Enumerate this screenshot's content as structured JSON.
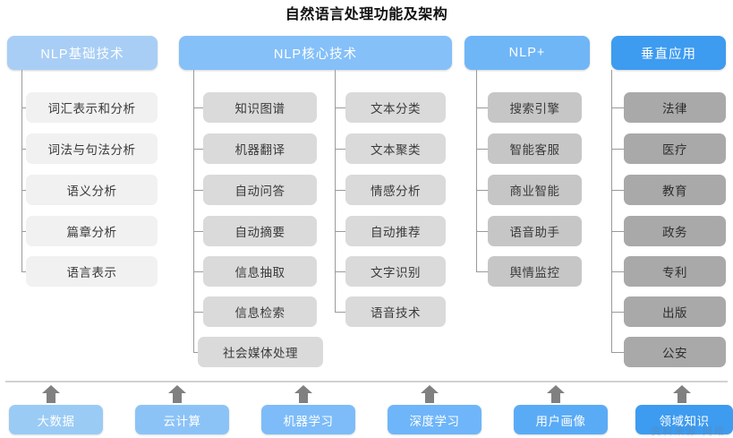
{
  "title": "自然语言处理功能及架构",
  "columns": [
    {
      "id": "nlp-basic",
      "header": "NLP基础技术",
      "header_color": "#a8cef5",
      "item_color": "#f1f1f1",
      "groups": [
        {
          "items": [
            "词汇表示和分析",
            "词法与句法分析",
            "语义分析",
            "篇章分析",
            "语言表示"
          ]
        }
      ]
    },
    {
      "id": "nlp-core",
      "header": "NLP核心技术",
      "header_color": "#85c0f9",
      "item_color": "#dadada",
      "groups": [
        {
          "items": [
            "知识图谱",
            "机器翻译",
            "自动问答",
            "自动摘要",
            "信息抽取",
            "信息检索",
            "社会媒体处理"
          ]
        },
        {
          "items": [
            "文本分类",
            "文本聚类",
            "情感分析",
            "自动推荐",
            "文字识别",
            "语音技术"
          ]
        }
      ]
    },
    {
      "id": "nlp-plus",
      "header": "NLP+",
      "header_color": "#6fb6f7",
      "item_color": "#c6c6c6",
      "groups": [
        {
          "items": [
            "搜索引擎",
            "智能客服",
            "商业智能",
            "语音助手",
            "舆情监控"
          ]
        }
      ]
    },
    {
      "id": "vertical-apps",
      "header": "垂直应用",
      "header_color": "#3d9bf0",
      "item_color": "#a9a9a9",
      "groups": [
        {
          "items": [
            "法律",
            "医疗",
            "教育",
            "政务",
            "专利",
            "出版",
            "公安"
          ]
        }
      ]
    }
  ],
  "foundation": {
    "arrow_color": "#808080",
    "items": [
      {
        "label": "大数据",
        "color": "#9acbf5"
      },
      {
        "label": "云计算",
        "color": "#8cc3f7"
      },
      {
        "label": "机器学习",
        "color": "#7dbcf8"
      },
      {
        "label": "深度学习",
        "color": "#6fb5f9"
      },
      {
        "label": "用户画像",
        "color": "#5aabf6"
      },
      {
        "label": "领域知识",
        "color": "#3d9bf0"
      }
    ]
  },
  "watermark": "资料来源·网络"
}
